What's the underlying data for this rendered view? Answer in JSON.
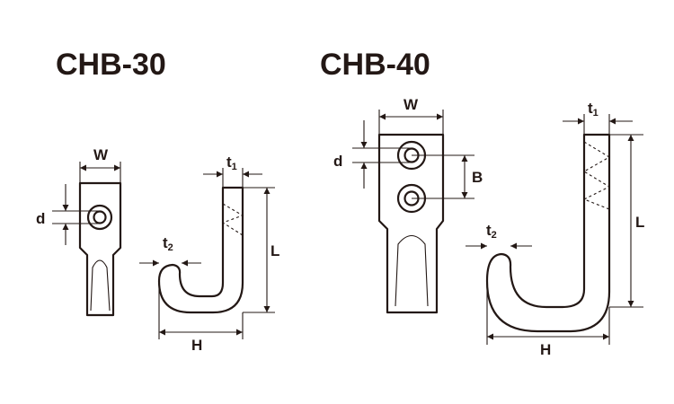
{
  "models": [
    {
      "name": "CHB-30",
      "labels": {
        "w": "W",
        "d": "d",
        "t": "t",
        "t1_sub": "1",
        "t2_sub": "2",
        "l": "L",
        "h": "H"
      }
    },
    {
      "name": "CHB-40",
      "labels": {
        "w": "W",
        "d": "d",
        "b": "B",
        "t": "t",
        "t1_sub": "1",
        "t2_sub": "2",
        "l": "L",
        "h": "H"
      }
    }
  ],
  "colors": {
    "ink": "#231815",
    "background": "#ffffff"
  }
}
